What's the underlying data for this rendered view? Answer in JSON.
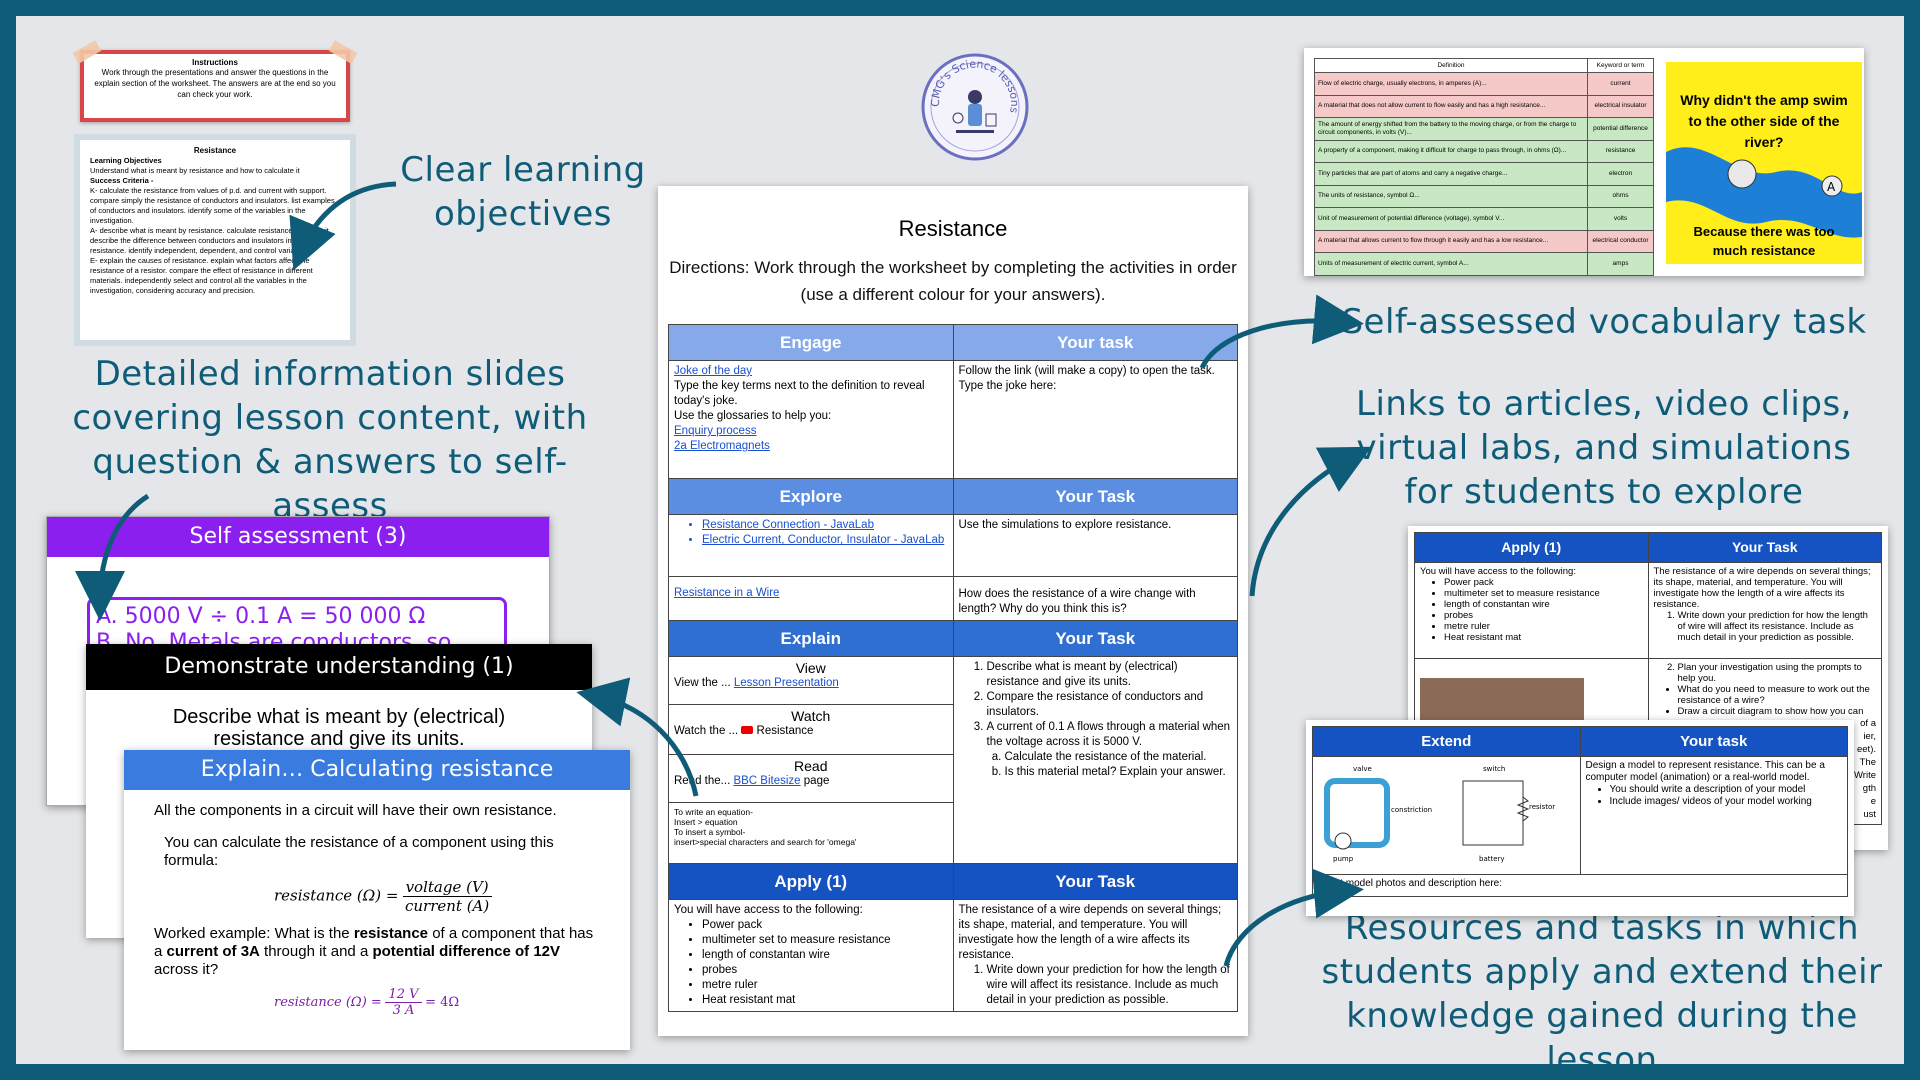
{
  "headings": {
    "objectives": [
      "Clear learning",
      "objectives"
    ],
    "detailed": [
      "Detailed information slides",
      "covering lesson content, with",
      "question & answers to self-assess"
    ],
    "vocab": "Self-assessed vocabulary task",
    "links": [
      "Links to articles, video clips,",
      "virtual labs, and simulations",
      "for students to explore"
    ],
    "resources": [
      "Resources and tasks in which",
      "students apply and extend their",
      "knowledge gained during the lesson"
    ]
  },
  "logo": {
    "text": "CMG's Science lessons"
  },
  "instructions": {
    "title": "Instructions",
    "body": "Work through the presentations and answer the questions in the explain section of the worksheet. The answers are at the end so you can check your work."
  },
  "lo": {
    "title": "Resistance",
    "heading": "Learning Objectives",
    "obj": "Understand what is meant by resistance and how to calculate it",
    "sc": "Success Criteria -",
    "k": "K- calculate the resistance from values of p.d. and current with support. compare simply the resistance of conductors and insulators. list examples of conductors and insulators. identify some of the variables in the investigation.",
    "a": "A- describe what is meant by resistance. calculate resistance of a circuit. describe the difference between conductors and insulators in terms of resistance. identify independent, dependent, and control variables.",
    "e": "E- explain the causes of resistance. explain what factors affect the resistance of a resistor. compare the effect of resistance in different materials. independently select and control all the variables in the investigation, considering accuracy and precision."
  },
  "worksheet": {
    "title": "Resistance",
    "directions": "Directions: Work through the worksheet by completing the activities in order (use a different colour for your answers).",
    "engage": "Engage",
    "your_task": "Your task",
    "your_task2": "Your Task",
    "joke_link": "Joke of the day",
    "engage_text1": "Type the key terms next to the definition to reveal today's joke.",
    "engage_text2": "Use the glossaries to help you:",
    "enquiry": "Enquiry process",
    "magnets": "2a Electromagnets",
    "engage_task": "Follow the link (will make a copy) to open the task. Type the joke here:",
    "explore": "Explore",
    "explore_links": [
      "Resistance Connection - JavaLab",
      "Electric Current, Conductor, Insulator - JavaLab"
    ],
    "explore_task": "Use the simulations to explore resistance.",
    "wire_link": "Resistance in a Wire",
    "wire_task": "How does the resistance of a wire change with length? Why do you think this is?",
    "explain": "Explain",
    "view": "View",
    "view_text": "View the ...",
    "view_link": "Lesson Presentation",
    "watch": "Watch",
    "watch_text": "Watch the ...",
    "watch_link": "Resistance",
    "read": "Read",
    "read_text": "Read the...",
    "read_link": "BBC Bitesize",
    "read_after": "page",
    "equation_help": [
      "To write an equation-",
      "Insert > equation",
      "To insert a symbol-",
      "insert>special characters and search for 'omega'"
    ],
    "explain_tasks": [
      "Describe what is meant by (electrical) resistance and give its units.",
      "Compare the resistance of conductors and insulators.",
      "A current of 0.1 A flows through a material when the voltage across it is 5000 V."
    ],
    "explain_sub": [
      "Calculate the resistance of the material.",
      "Is this material metal? Explain your answer."
    ],
    "apply": "Apply (1)",
    "apply_intro": "You will have access to the following:",
    "apply_items": [
      "Power pack",
      "multimeter set to measure resistance",
      "length of constantan wire",
      "probes",
      "metre ruler",
      "Heat resistant mat"
    ],
    "apply_task": "The resistance of a wire depends on several things; its shape, material, and temperature. You will investigate how the length of a wire affects its resistance.",
    "apply_step": "Write down your prediction for how the length of wire will affect its resistance. Include as much detail in your prediction as possible."
  },
  "vocab": {
    "col1": "Definition",
    "col2": "Keyword or term",
    "rows": [
      [
        "Flow of electric charge, usually electrons, in amperes (A)...",
        "current"
      ],
      [
        "A material that does not allow current to flow easily and has a high resistance...",
        "electrical insulator"
      ],
      [
        "The amount of energy shifted from the battery to the moving charge, or from the charge to circuit components, in volts (V)...",
        "potential difference"
      ],
      [
        "A property of a component, making it difficult for charge to pass through, in ohms (Ω)...",
        "resistance"
      ],
      [
        "Tiny particles that are part of atoms and carry a negative charge...",
        "electron"
      ],
      [
        "The units of resistance, symbol Ω...",
        "ohms"
      ],
      [
        "Unit of measurement of potential difference (voltage), symbol V...",
        "volts"
      ],
      [
        "A material that allows current to flow through it easily and has a low resistance...",
        "electrical conductor"
      ],
      [
        "Units of measurement of electric current, symbol A...",
        "amps"
      ]
    ],
    "row_colors": [
      "#f6c9c9",
      "#f6c9c9",
      "#c7e8c3",
      "#c7e8c3",
      "#c7e8c3",
      "#c7e8c3",
      "#c7e8c3",
      "#f6c9c9",
      "#c7e8c3"
    ],
    "joke_q": "Why didn't the amp swim to the other side of the river?",
    "joke_a": "Because there was too much resistance"
  },
  "slides": {
    "sa_title": "Self assessment (3)",
    "sa_a": "A.  5000 V ÷ 0.1 A = 50 000 Ω",
    "sa_b": "B.  No. Metals are conductors, so",
    "du_title": "Demonstrate understanding (1)",
    "du_text": "Describe what is meant by (electrical) resistance and give its units.",
    "ex_title": "Explain… Calculating resistance",
    "ex_p1": "All the components in a circuit will have their own resistance.",
    "ex_p2": "You can calculate the resistance of a component using this formula:",
    "ex_formula_l": "resistance (Ω) =",
    "ex_formula_n": "voltage (V)",
    "ex_formula_d": "current (A)",
    "ex_p3a": "Worked example: What is the ",
    "ex_p3b": "resistance",
    "ex_p3c": " of a component that has a ",
    "ex_p3d": "current of 3A",
    "ex_p3e": " through it and a ",
    "ex_p3f": "potential difference of 12V",
    "ex_p3g": " across it?",
    "ex_ans_l": "resistance (Ω) =",
    "ex_ans_n": "12 V",
    "ex_ans_d": "3 A",
    "ex_ans_r": "= 4Ω"
  },
  "apply_slide": {
    "apply": "Apply (1)",
    "task": "Your Task",
    "intro": "You will have access to the following:",
    "items": [
      "Power pack",
      "multimeter set to measure resistance",
      "length of constantan wire",
      "probes",
      "metre ruler",
      "Heat resistant mat"
    ],
    "task_text": "The resistance of a wire depends on several things; its shape, material, and temperature. You will investigate how the length of a wire affects its resistance.",
    "step1": "Write down your prediction for how the length of wire will affect its resistance. Include as much detail in your prediction as possible.",
    "step2": "Plan your investigation using the prompts to help you.",
    "bul1": "What do you need to measure to work out the resistance of a wire?",
    "bul2": "Draw a circuit diagram to show how you can",
    "frag": [
      "of a",
      "ier,",
      "eet).",
      "The",
      "Write",
      "gth",
      "e",
      "ust"
    ]
  },
  "extend": {
    "title": "Extend",
    "task": "Your task",
    "labels": [
      "valve",
      "constriction",
      "pump",
      "switch",
      "resistor",
      "battery"
    ],
    "text": "Design a model to represent resistance. This can be a computer model (animation) or a real-world model.",
    "bullets": [
      "You should write a description of your model",
      "Include images/ videos of your model working"
    ],
    "footer": "Insert model photos and description here:"
  }
}
